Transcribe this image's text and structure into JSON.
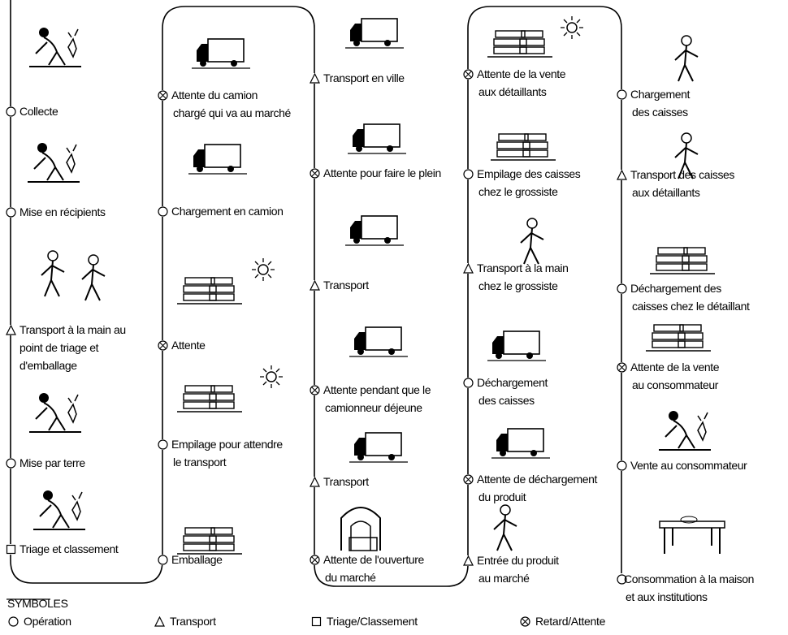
{
  "columns": [
    {
      "steps": [
        {
          "symbol": "operation",
          "lines": [
            "Collecte"
          ]
        },
        {
          "symbol": "operation",
          "lines": [
            "Mise en récipients"
          ]
        },
        {
          "symbol": "transport",
          "lines": [
            "Transport à la main au",
            "point de triage et",
            "d'emballage"
          ]
        },
        {
          "symbol": "operation",
          "lines": [
            "Mise par terre"
          ]
        },
        {
          "symbol": "sorting",
          "lines": [
            "Triage et classement"
          ]
        }
      ]
    },
    {
      "steps": [
        {
          "symbol": "delay",
          "lines": [
            "Attente du camion",
            "chargé qui va au marché"
          ]
        },
        {
          "symbol": "operation",
          "lines": [
            "Chargement en camion"
          ]
        },
        {
          "symbol": "delay",
          "lines": [
            "Attente"
          ]
        },
        {
          "symbol": "operation",
          "lines": [
            "Empilage pour attendre",
            "le transport"
          ]
        },
        {
          "symbol": "operation",
          "lines": [
            "Emballage"
          ]
        }
      ]
    },
    {
      "steps": [
        {
          "symbol": "transport",
          "lines": [
            "Transport en ville"
          ]
        },
        {
          "symbol": "delay",
          "lines": [
            "Attente pour faire le plein"
          ]
        },
        {
          "symbol": "transport",
          "lines": [
            "Transport"
          ]
        },
        {
          "symbol": "delay",
          "lines": [
            "Attente pendant que le",
            "camionneur déjeune"
          ]
        },
        {
          "symbol": "transport",
          "lines": [
            "Transport"
          ]
        },
        {
          "symbol": "delay",
          "lines": [
            "Attente de l'ouverture",
            "du marché"
          ]
        }
      ]
    },
    {
      "steps": [
        {
          "symbol": "delay",
          "lines": [
            "Attente de la vente",
            "aux détaillants"
          ]
        },
        {
          "symbol": "operation",
          "lines": [
            "Empilage des caisses",
            "chez le grossiste"
          ]
        },
        {
          "symbol": "transport",
          "lines": [
            "Transport à la main",
            "chez le grossiste"
          ]
        },
        {
          "symbol": "operation",
          "lines": [
            "Déchargement",
            "des caisses"
          ]
        },
        {
          "symbol": "delay",
          "lines": [
            "Attente de déchargement",
            "du produit"
          ]
        },
        {
          "symbol": "transport",
          "lines": [
            "Entrée du produit",
            "au marché"
          ]
        }
      ]
    },
    {
      "steps": [
        {
          "symbol": "operation",
          "lines": [
            "Chargement",
            "des caisses"
          ]
        },
        {
          "symbol": "transport",
          "lines": [
            "Transport des caisses",
            "aux détaillants"
          ]
        },
        {
          "symbol": "operation",
          "lines": [
            "Déchargement des",
            "caisses chez le détaillant"
          ]
        },
        {
          "symbol": "delay",
          "lines": [
            "Attente de la vente",
            "au consommateur"
          ]
        },
        {
          "symbol": "operation",
          "lines": [
            "Vente au consommateur"
          ]
        },
        {
          "symbol": "operation",
          "lines": [
            "Consommation à la maison",
            "et aux institutions"
          ]
        }
      ]
    }
  ],
  "legend": {
    "title": "SYMBOLES",
    "items": [
      {
        "symbol": "operation",
        "label": "Opération"
      },
      {
        "symbol": "transport",
        "label": "Transport"
      },
      {
        "symbol": "sorting",
        "label": "Triage/Classement"
      },
      {
        "symbol": "delay",
        "label": "Retard/Attente"
      }
    ]
  }
}
